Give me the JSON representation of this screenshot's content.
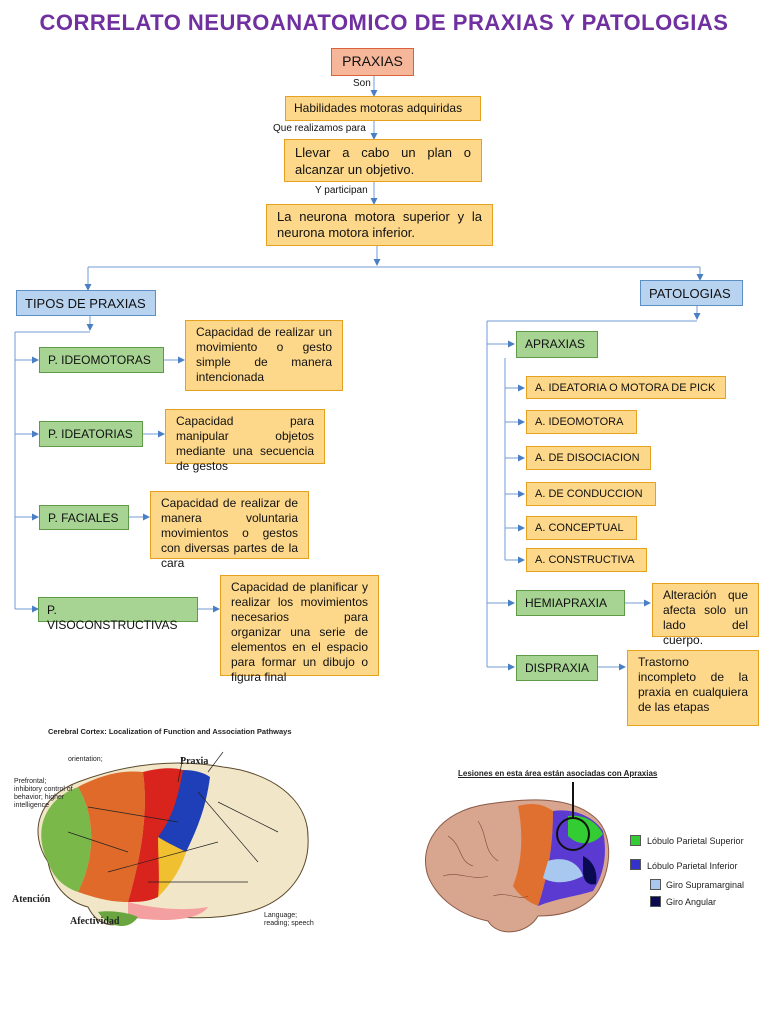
{
  "title": "CORRELATO NEUROANATOMICO DE PRAXIAS Y PATOLOGIAS",
  "root": "PRAXIAS",
  "connectors": {
    "son": "Son",
    "que_realizamos": "Que realizamos para",
    "y_participan": "Y participan"
  },
  "definition": "Habilidades motoras adquiridas",
  "purpose": "Llevar a cabo un plan o alcanzar un objetivo.",
  "participants": "La neurona motora superior y la neurona motora inferior.",
  "tipos": {
    "header": "TIPOS DE PRAXIAS",
    "items": [
      {
        "label": "P. IDEOMOTORAS",
        "desc": "Capacidad de realizar un movimiento o gesto simple de manera intencionada"
      },
      {
        "label": "P. IDEATORIAS",
        "desc": "Capacidad para manipular objetos mediante una secuencia de gestos"
      },
      {
        "label": "P. FACIALES",
        "desc": "Capacidad de realizar de manera voluntaria movimientos o gestos con diversas partes de la cara"
      },
      {
        "label": "P. VISOCONSTRUCTIVAS",
        "desc": "Capacidad de planificar y realizar los movimientos necesarios para organizar una serie de elementos en el espacio para formar un dibujo o figura final"
      }
    ]
  },
  "patologias": {
    "header": "PATOLOGIAS",
    "apraxias": "APRAXIAS",
    "apraxia_items": [
      "A. IDEATORIA O MOTORA DE PICK",
      "A. IDEOMOTORA",
      "A. DE DISOCIACION",
      "A. DE CONDUCCION",
      "A. CONCEPTUAL",
      "A. CONSTRUCTIVA"
    ],
    "hemiapraxia": "HEMIAPRAXIA",
    "hemiapraxia_desc": "Alteración que afecta solo un lado del cuerpo.",
    "dispraxia": "DISPRAXIA",
    "dispraxia_desc": "Trastorno incompleto de la praxia en cualquiera de las etapas"
  },
  "brain_left": {
    "caption": "Cerebral Cortex: Localization of Function and Association Pathways",
    "praxia": "Praxia",
    "orientation": "orientation;",
    "prefrontal": "Prefrontal; inhibitory control of behavior; higher intelligence",
    "atencion": "Atención",
    "afectividad": "Afectividad",
    "language": "Language; reading; speech"
  },
  "brain_right": {
    "caption": "Lesiones en esta área están asociadas con Apraxias",
    "legend": [
      {
        "label": "Lóbulo Parietal Superior",
        "color": "#33cc33"
      },
      {
        "label": "Lóbulo Parietal Inferior",
        "color": "#3333cc"
      },
      {
        "label": "Giro Supramarginal",
        "color": "#a9c8f0"
      },
      {
        "label": "Giro Angular",
        "color": "#0a0a50"
      }
    ]
  }
}
